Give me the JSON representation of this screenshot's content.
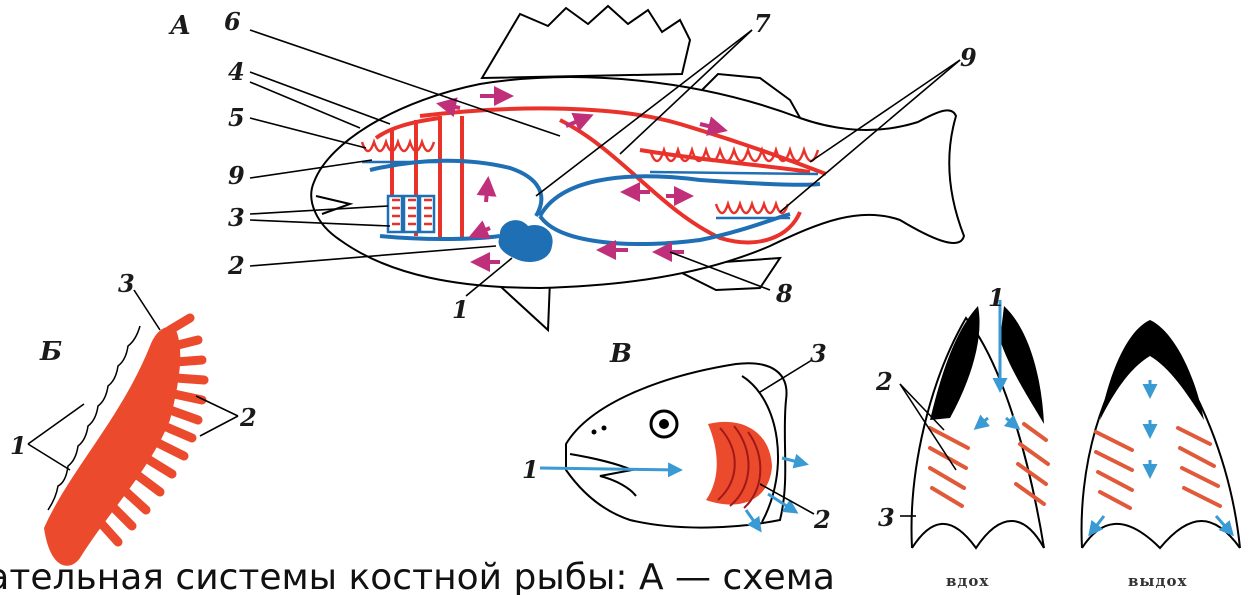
{
  "panels": {
    "a": {
      "title": "А",
      "labels": [
        "1",
        "2",
        "3",
        "4",
        "5",
        "6",
        "7",
        "8",
        "9",
        "9"
      ]
    },
    "b": {
      "title": "Б",
      "labels": [
        "1",
        "2",
        "3"
      ]
    },
    "v": {
      "title": "В",
      "labels": [
        "1",
        "2",
        "3"
      ]
    },
    "g": {
      "labels": [
        "1",
        "2",
        "3"
      ],
      "inhale": "вдох",
      "exhale": "выдох"
    }
  },
  "caption": "хательная системы костной рыбы: А — схема",
  "colors": {
    "artery": "#e8322a",
    "vein": "#1f6fb5",
    "arrow": "#c0307a",
    "gill": "#ec4a2c",
    "water": "#3a9ad4"
  }
}
